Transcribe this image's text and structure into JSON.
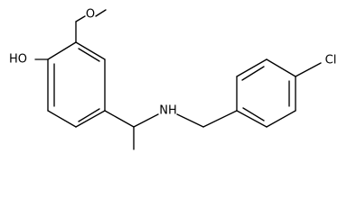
{
  "molecule": {
    "atoms": {
      "hydroxyl": "HO",
      "amine": "NH",
      "chlorine": "Cl"
    }
  }
}
